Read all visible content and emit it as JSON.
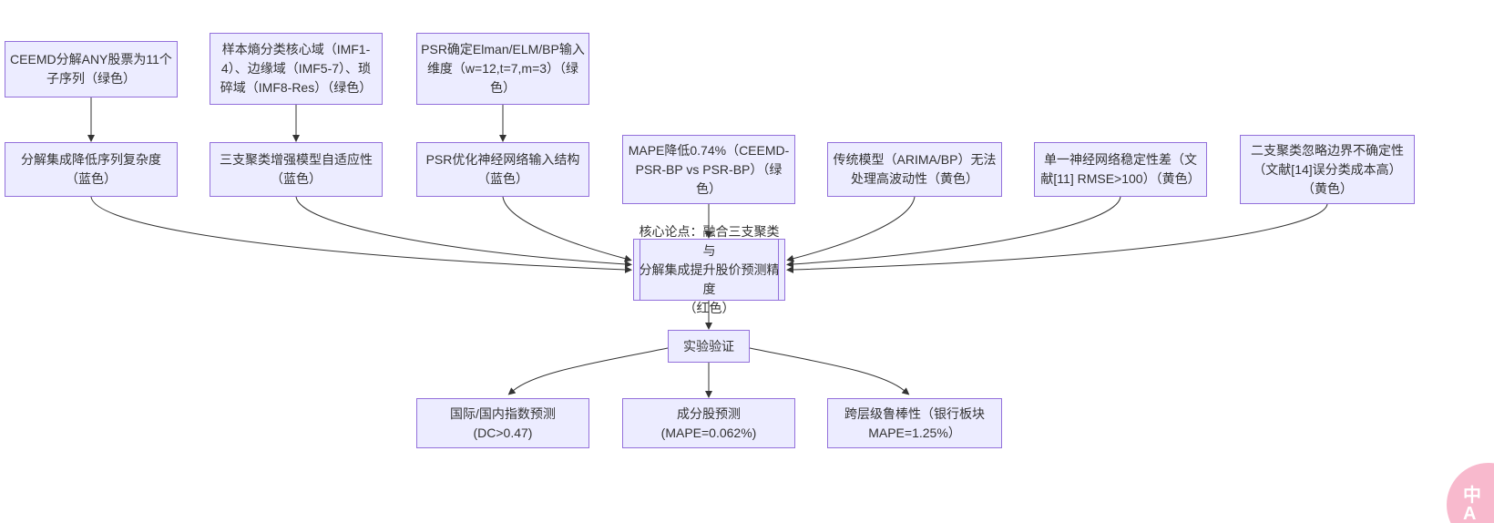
{
  "diagram": {
    "colors": {
      "node_fill": "#ECECFF",
      "node_border": "#9370DB",
      "text": "#333333",
      "arrow": "#333333",
      "watermark_pink": "#f8b9cd"
    },
    "nodes": {
      "t1": {
        "lines": [
          "CEEMD分解ANY股票为11个",
          "子序列（绿色）"
        ]
      },
      "t2": {
        "lines": [
          "样本熵分类核心域（IMF1-",
          "4）、边缘域（IMF5-7）、琐",
          "碎域（IMF8-Res）（绿色）"
        ]
      },
      "t3": {
        "lines": [
          "PSR确定Elman/ELM/BP输入",
          "维度（w=12,t=7,m=3）（绿",
          "色）"
        ]
      },
      "m1": {
        "lines": [
          "分解集成降低序列复杂度",
          "（蓝色）"
        ]
      },
      "m2": {
        "lines": [
          "三支聚类增强模型自适应性",
          "（蓝色）"
        ]
      },
      "m3": {
        "lines": [
          "PSR优化神经网络输入结构",
          "（蓝色）"
        ]
      },
      "m4": {
        "lines": [
          "MAPE降低0.74%（CEEMD-",
          "PSR-BP vs PSR-BP）（绿",
          "色）"
        ]
      },
      "m5": {
        "lines": [
          "传统模型（ARIMA/BP）无法",
          "处理高波动性（黄色）"
        ]
      },
      "m6": {
        "lines": [
          "单一神经网络稳定性差（文",
          "献[11] RMSE>100）（黄色）"
        ]
      },
      "m7": {
        "lines": [
          "二支聚类忽略边界不确定性",
          "（文献[14]误分类成本高）",
          "（黄色）"
        ]
      },
      "core": {
        "lines": [
          "核心论点：融合三支聚类与",
          "分解集成提升股价预测精度",
          "（红色）"
        ]
      },
      "exp": {
        "lines": [
          "实验验证"
        ]
      },
      "b1": {
        "lines": [
          "国际/国内指数预测",
          "(DC>0.47)"
        ]
      },
      "b2": {
        "lines": [
          "成分股预测",
          "(MAPE=0.062%)"
        ]
      },
      "b3": {
        "lines": [
          "跨层级鲁棒性（银行板块",
          "MAPE=1.25%）"
        ]
      }
    },
    "watermark": {
      "top": "中",
      "bottom": "A"
    }
  }
}
